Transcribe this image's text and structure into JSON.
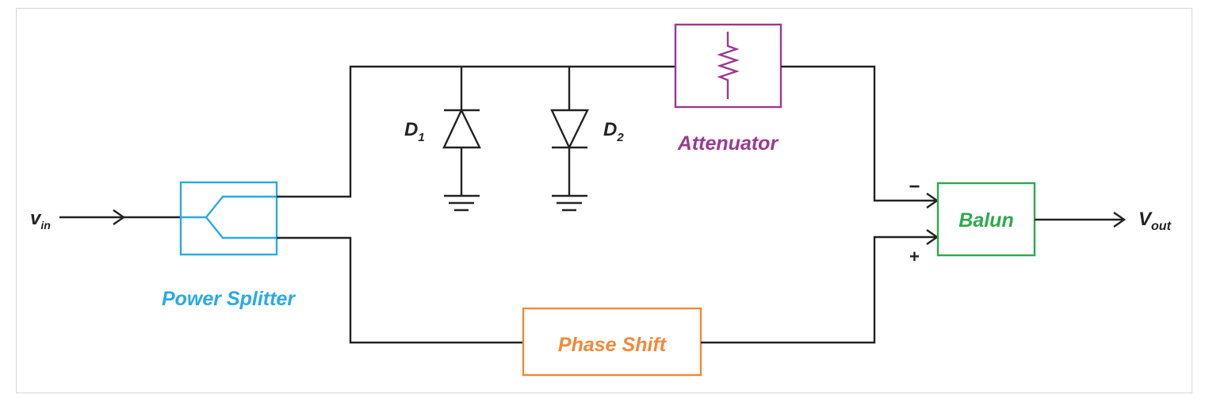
{
  "diagram": {
    "input_label_main": "v",
    "input_label_sub": "in",
    "output_label_main": "V",
    "output_label_sub": "out",
    "power_splitter_label": "Power Splitter",
    "attenuator_label": "Attenuator",
    "phase_shift_label": "Phase Shift",
    "balun_label": "Balun",
    "diode1_label_main": "D",
    "diode1_label_sub": "1",
    "diode2_label_main": "D",
    "diode2_label_sub": "2",
    "minus_sign": "−",
    "plus_sign": "+"
  },
  "colors": {
    "wire": "#222222",
    "power_splitter": "#29abe2",
    "attenuator": "#9b3a8e",
    "phase_shift": "#ef8a3a",
    "balun": "#2fa84f"
  }
}
